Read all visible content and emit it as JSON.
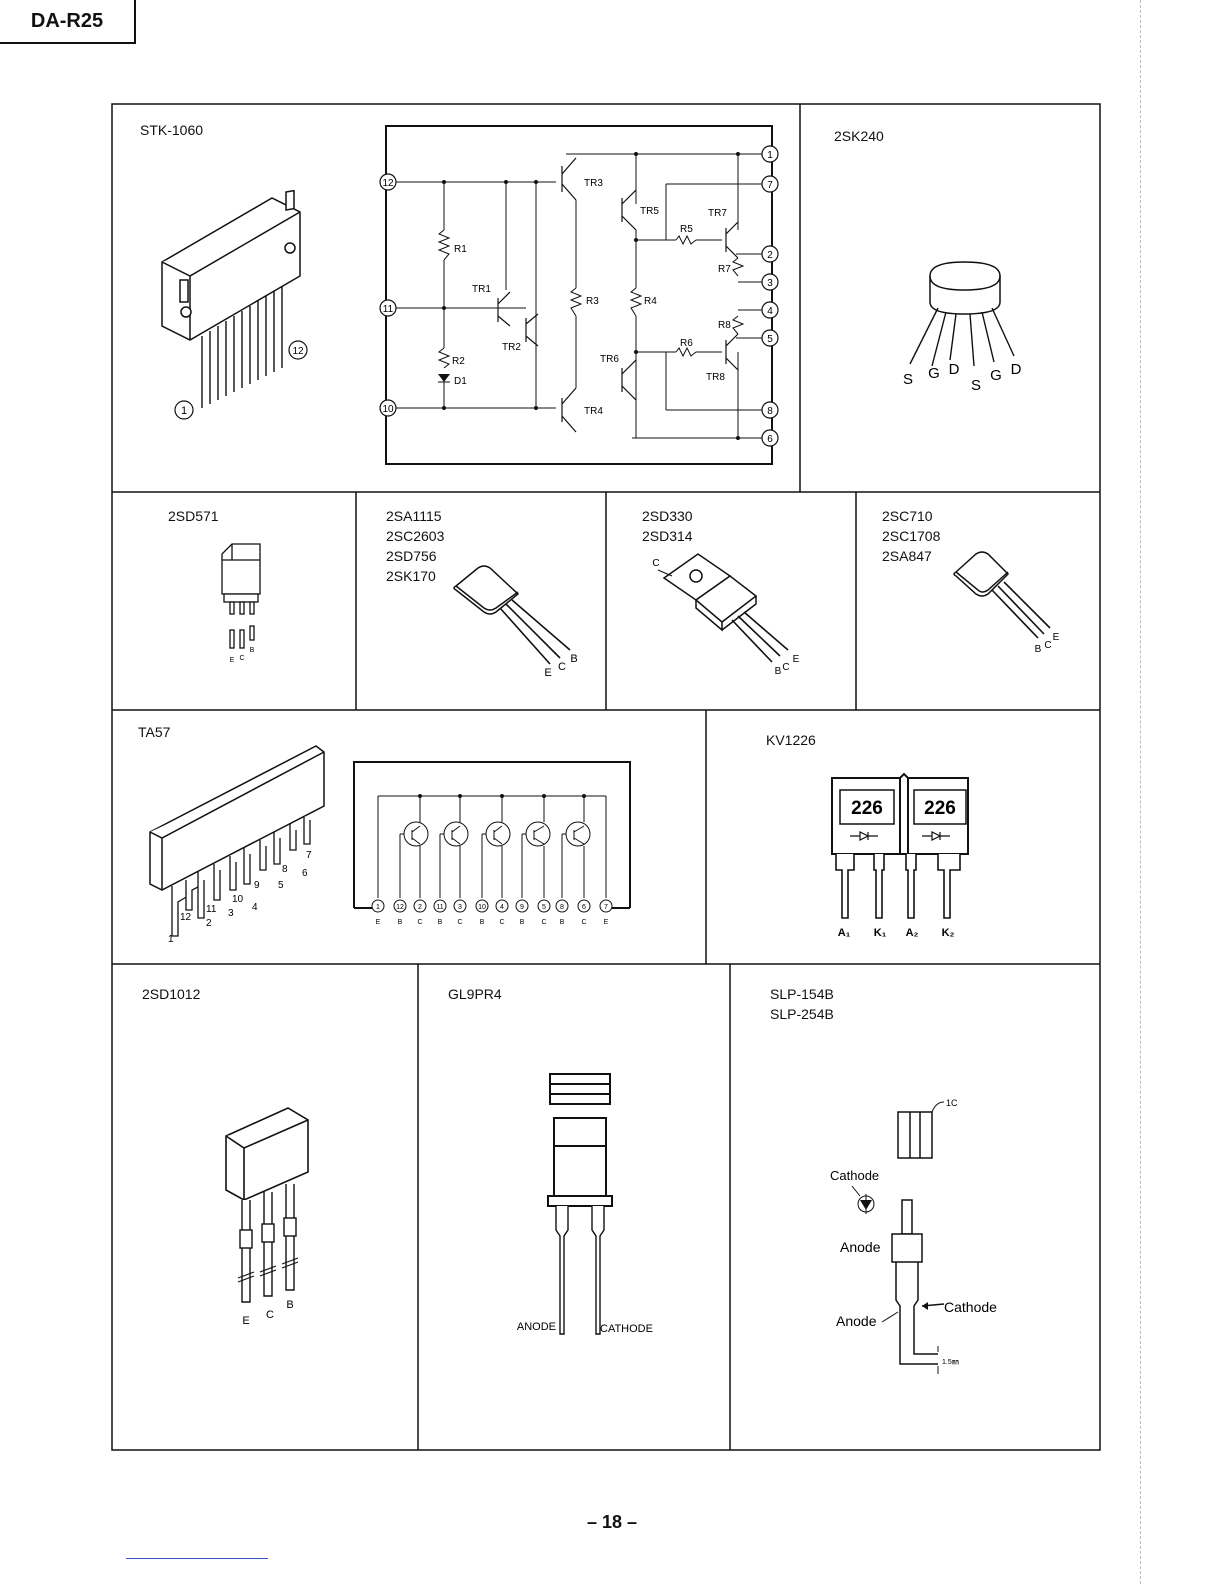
{
  "header": {
    "model": "DA-R25"
  },
  "cells": {
    "stk1060": {
      "label": "STK-1060",
      "pin_first": "1",
      "pin_last": "12"
    },
    "sk240": {
      "label": "2SK240",
      "pins": [
        "S",
        "G",
        "D",
        "S",
        "G",
        "D"
      ]
    },
    "sd571": {
      "label": "2SD571",
      "pins": [
        "E",
        "C",
        "B"
      ]
    },
    "sa1115": {
      "label": "2SA1115\n2SC2603\n2SD756\n2SK170",
      "pins": [
        "E",
        "C",
        "B"
      ]
    },
    "sd330": {
      "label": "2SD330\n2SD314",
      "pins": [
        "C",
        "B",
        "C",
        "E"
      ]
    },
    "sc710": {
      "label": "2SC710\n2SC1708\n2SA847",
      "pins": [
        "B",
        "C",
        "E"
      ]
    },
    "ta57": {
      "label": "TA57",
      "pin_labels": [
        "1",
        "12",
        "2",
        "11",
        "3",
        "10",
        "4",
        "9",
        "5",
        "8",
        "6",
        "7"
      ],
      "pin_roles": [
        "E",
        "B",
        "C",
        "B",
        "C",
        "B",
        "C",
        "B",
        "C",
        "B",
        "C",
        "E"
      ]
    },
    "kv1226": {
      "label": "KV1226",
      "chip_marks": [
        "226",
        "226"
      ],
      "pins": [
        "A₁",
        "K₁",
        "A₂",
        "K₂"
      ]
    },
    "sd1012": {
      "label": "2SD1012",
      "pins": [
        "E",
        "C",
        "B"
      ]
    },
    "gl9pr4": {
      "label": "GL9PR4",
      "anode": "ANODE",
      "cathode": "CATHODE"
    },
    "slp154b": {
      "label": "SLP-154B\nSLP-254B",
      "tag_1c": "1C",
      "cathode_top": "Cathode",
      "anode_top": "Anode",
      "anode_bottom": "Anode",
      "cathode_right": "Cathode",
      "dim": "1.5㎜"
    }
  },
  "stk_schematic": {
    "transistors": [
      "TR1",
      "TR2",
      "TR3",
      "TR4",
      "TR5",
      "TR6",
      "TR7",
      "TR8"
    ],
    "resistors": [
      "R1",
      "R2",
      "R3",
      "R4",
      "R5",
      "R6",
      "R7",
      "R8"
    ],
    "diode": "D1",
    "pins": [
      "1",
      "2",
      "3",
      "4",
      "5",
      "6",
      "7",
      "8",
      "10",
      "11",
      "12"
    ]
  },
  "footer": {
    "page_number": "– 18 –"
  }
}
